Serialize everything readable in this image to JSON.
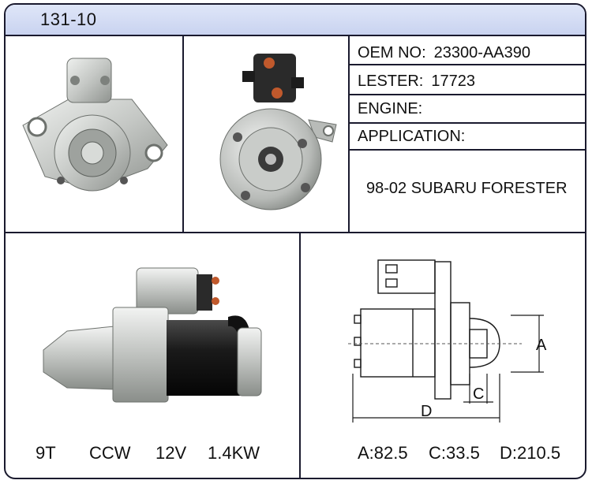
{
  "header": {
    "title": "131-10"
  },
  "info": {
    "oem_label": "OEM NO:",
    "oem_value": "23300-AA390",
    "lester_label": "LESTER:",
    "lester_value": "17723",
    "engine_label": "ENGINE:",
    "application_label": "APPLICATION:",
    "application_value": "98-02 SUBARU FORESTER"
  },
  "specs": {
    "teeth": "9T",
    "rotation": "CCW",
    "voltage": "12V",
    "power": "1.4KW",
    "dim_a": "A:82.5",
    "dim_c": "C:33.5",
    "dim_d": "D:210.5"
  },
  "diagram": {
    "label_a": "A",
    "label_c": "C",
    "label_d": "D"
  },
  "colors": {
    "border": "#1a1a2e",
    "header_bg": "#c9d3f0",
    "metal": "#c8cbc8",
    "motor": "#1b1b1b"
  }
}
